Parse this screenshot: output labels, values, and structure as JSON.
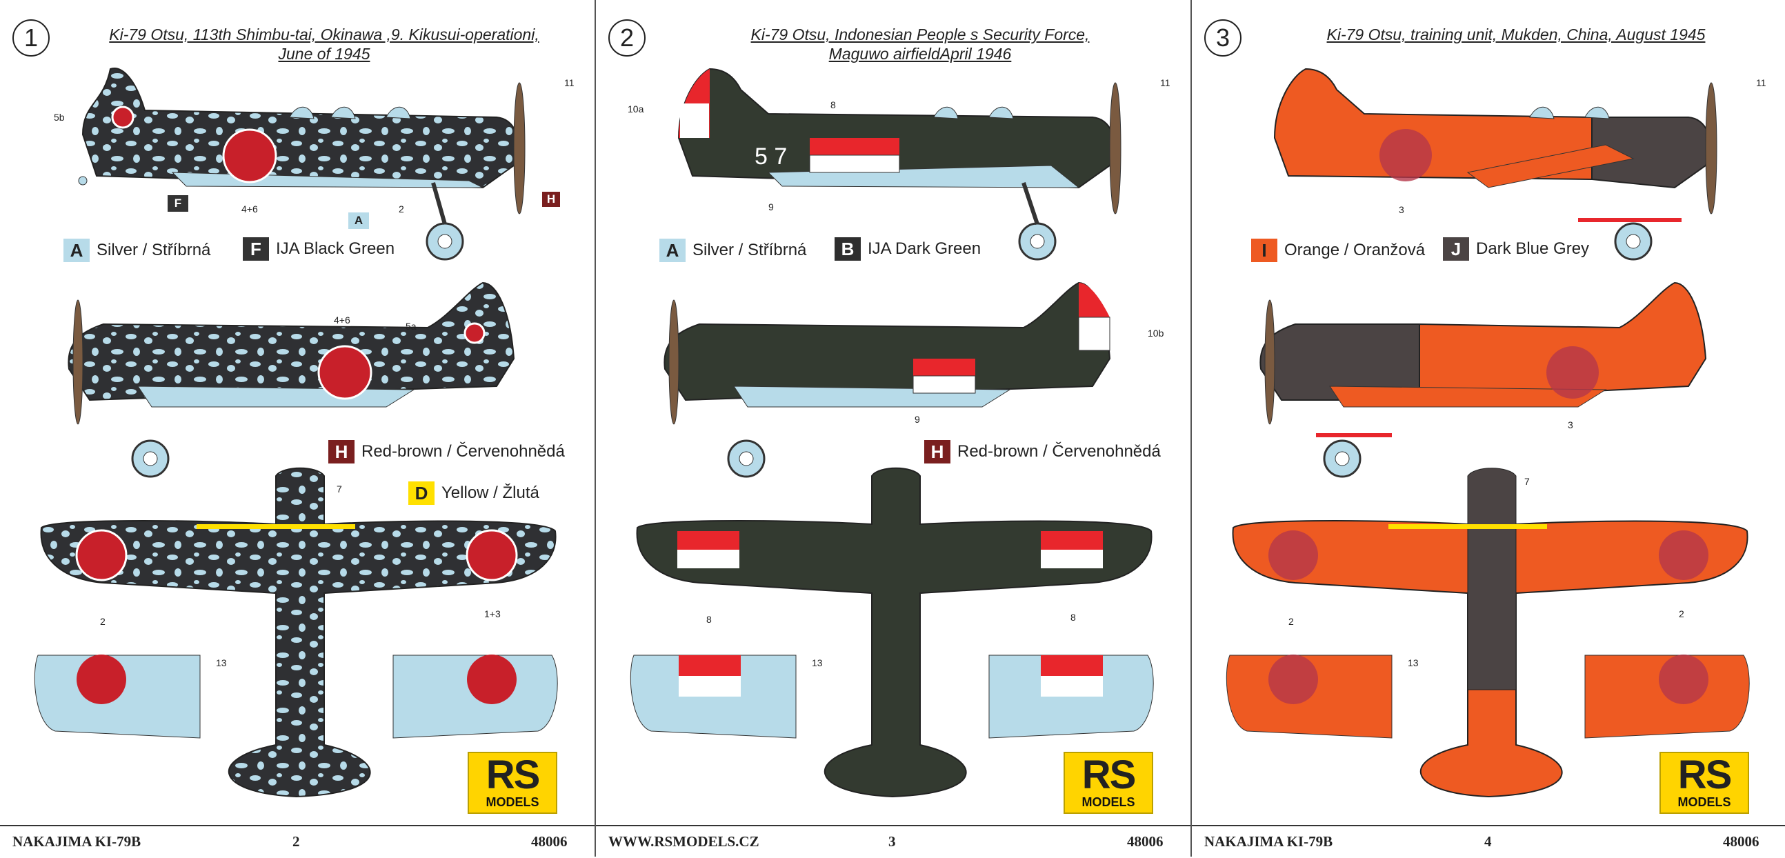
{
  "panels": [
    {
      "number": "1",
      "title_line1": "Ki-79 Otsu, 113th Shimbu-tai, Okinawa ,9. Kikusui-operationi,",
      "title_line2": "June of 1945",
      "legend": [
        {
          "code": "A",
          "label": "Silver / Stříbrná",
          "color": "#b7dbe9"
        },
        {
          "code": "F",
          "label": "IJA Black Green",
          "color": "#333333"
        },
        {
          "code": "H",
          "label": "Red-brown / Červenohnědá",
          "color": "#7a1f1f"
        },
        {
          "code": "D",
          "label": "Yellow / Žlutá",
          "color": "#ffe000"
        }
      ],
      "callouts": [
        "5b",
        "4+6",
        "2",
        "11",
        "H",
        "F",
        "A",
        "4+6",
        "5a",
        "7",
        "1+3",
        "2",
        "13"
      ],
      "footer_left": "NAKAJIMA KI-79B",
      "footer_page": "2",
      "footer_code": "48006"
    },
    {
      "number": "2",
      "title_line1": "Ki-79 Otsu, Indonesian People s Security Force,",
      "title_line2": "Maguwo airfieldApril 1946",
      "legend": [
        {
          "code": "A",
          "label": "Silver / Stříbrná",
          "color": "#b7dbe9"
        },
        {
          "code": "B",
          "label": "IJA Dark Green",
          "color": "#2e2e2e"
        },
        {
          "code": "H",
          "label": "Red-brown / Červenohnědá",
          "color": "#7a1f1f"
        }
      ],
      "callouts": [
        "10a",
        "8",
        "11",
        "9",
        "10b",
        "9",
        "8",
        "8",
        "13"
      ],
      "fuselage_number": "5 7",
      "footer_left": "WWW.RSMODELS.CZ",
      "footer_page": "3",
      "footer_code": "48006"
    },
    {
      "number": "3",
      "title_line1": "Ki-79 Otsu, training unit, Mukden, China, August 1945",
      "title_line2": "",
      "legend": [
        {
          "code": "I",
          "label": "Orange / Oranžová",
          "color": "#ee5a22"
        },
        {
          "code": "J",
          "label": "Dark Blue Grey",
          "color": "#4b4444"
        }
      ],
      "callouts": [
        "11",
        "3",
        "3",
        "7",
        "2",
        "2",
        "13"
      ],
      "footer_left": "NAKAJIMA KI-79B",
      "footer_page": "4",
      "footer_code": "48006"
    }
  ],
  "logo": {
    "brand": "RS",
    "sub": "MODELS"
  },
  "colors": {
    "roundel": "#c8202a",
    "silver": "#b7dbe9",
    "camo_dark": "#2f3033",
    "dark_green": "#333a30",
    "orange": "#ee5a22",
    "dark_blue_grey": "#4b4444",
    "yellow": "#ffe000"
  }
}
